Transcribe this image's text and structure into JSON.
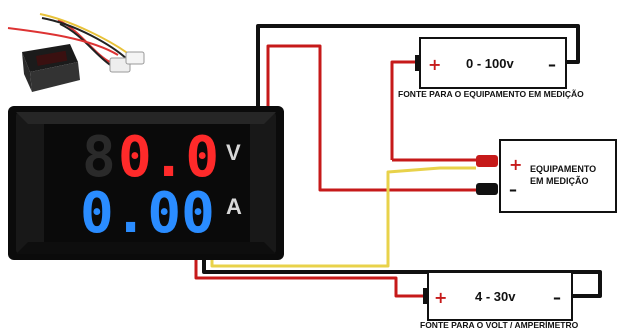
{
  "battery_voltmeter_range": "0 - 100v",
  "battery_supply_range": "4 - 30v",
  "caption_equipment_source": "FONTE PARA O EQUIPAMENTO EM MEDIÇÃO",
  "caption_meter_source": "FONTE PARA O VOLT / AMPERÍMETRO",
  "equipment_label_line1": "EQUIPAMENTO",
  "equipment_label_line2": "EM MEDIÇÃO",
  "display_voltage": "0.0",
  "display_voltage_off_digit": "8",
  "display_current": "0.00",
  "unit_voltage": "V",
  "unit_current": "A",
  "plus_sign": "+",
  "minus_sign": "–",
  "colors": {
    "wire_red": "#c61a1a",
    "wire_black": "#111111",
    "wire_yellow": "#e8d24a",
    "display_red": "#ff2a2a",
    "display_blue": "#2a8cff",
    "meter_body": "#141414"
  }
}
